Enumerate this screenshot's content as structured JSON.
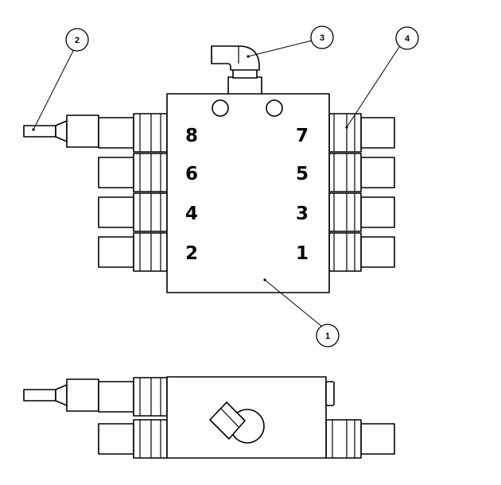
{
  "callouts": [
    {
      "id": "1",
      "label": "1"
    },
    {
      "id": "2",
      "label": "2"
    },
    {
      "id": "3",
      "label": "3"
    },
    {
      "id": "4",
      "label": "4"
    }
  ],
  "ports": {
    "left": [
      "8",
      "6",
      "4",
      "2"
    ],
    "right": [
      "7",
      "5",
      "3",
      "1"
    ]
  }
}
